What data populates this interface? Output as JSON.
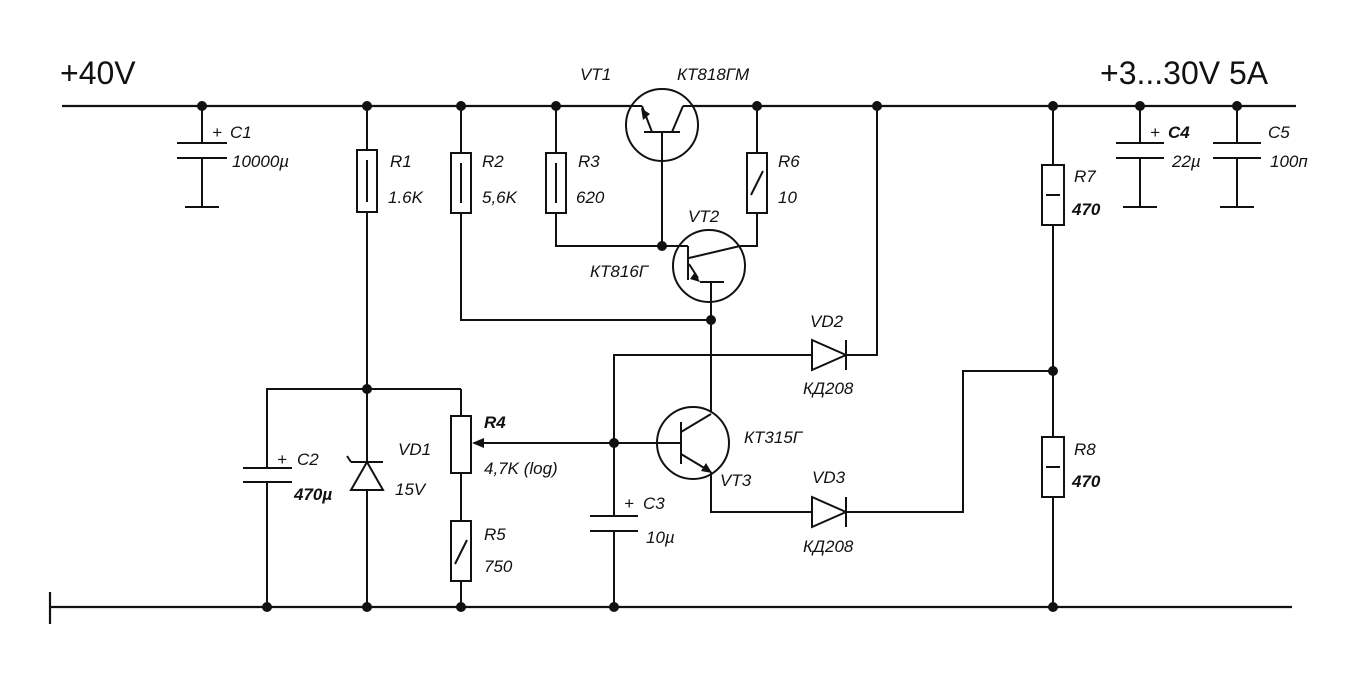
{
  "rails": {
    "input": "+40V",
    "output": "+3...30V 5A"
  },
  "components": {
    "C1": {
      "plus": "+",
      "name": "C1",
      "value": "10000µ"
    },
    "R1": {
      "name": "R1",
      "value": "1.6K"
    },
    "R2": {
      "name": "R2",
      "value": "5,6K"
    },
    "R3": {
      "name": "R3",
      "value": "620"
    },
    "VT1": {
      "name": "VT1",
      "part": "КТ818ГМ"
    },
    "R6": {
      "name": "R6",
      "value": "10"
    },
    "VT2": {
      "name": "VT2",
      "part": "КТ816Г"
    },
    "R7": {
      "name": "R7",
      "value": "470"
    },
    "C4": {
      "plus": "+",
      "name": "C4",
      "value": "22µ"
    },
    "C5": {
      "name": "C5",
      "value": "100п"
    },
    "VD2": {
      "name": "VD2",
      "part": "КД208"
    },
    "C2": {
      "plus": "+",
      "name": "C2",
      "value": "470µ"
    },
    "VD1": {
      "name": "VD1",
      "value": "15V"
    },
    "R4": {
      "name": "R4",
      "value": "4,7K (log)"
    },
    "R5": {
      "name": "R5",
      "value": "750"
    },
    "C3": {
      "plus": "+",
      "name": "C3",
      "value": "10µ"
    },
    "VT3": {
      "name": "VT3",
      "part": "КТ315Г"
    },
    "VD3": {
      "name": "VD3",
      "part": "КД208"
    },
    "R8": {
      "name": "R8",
      "value": "470"
    }
  }
}
